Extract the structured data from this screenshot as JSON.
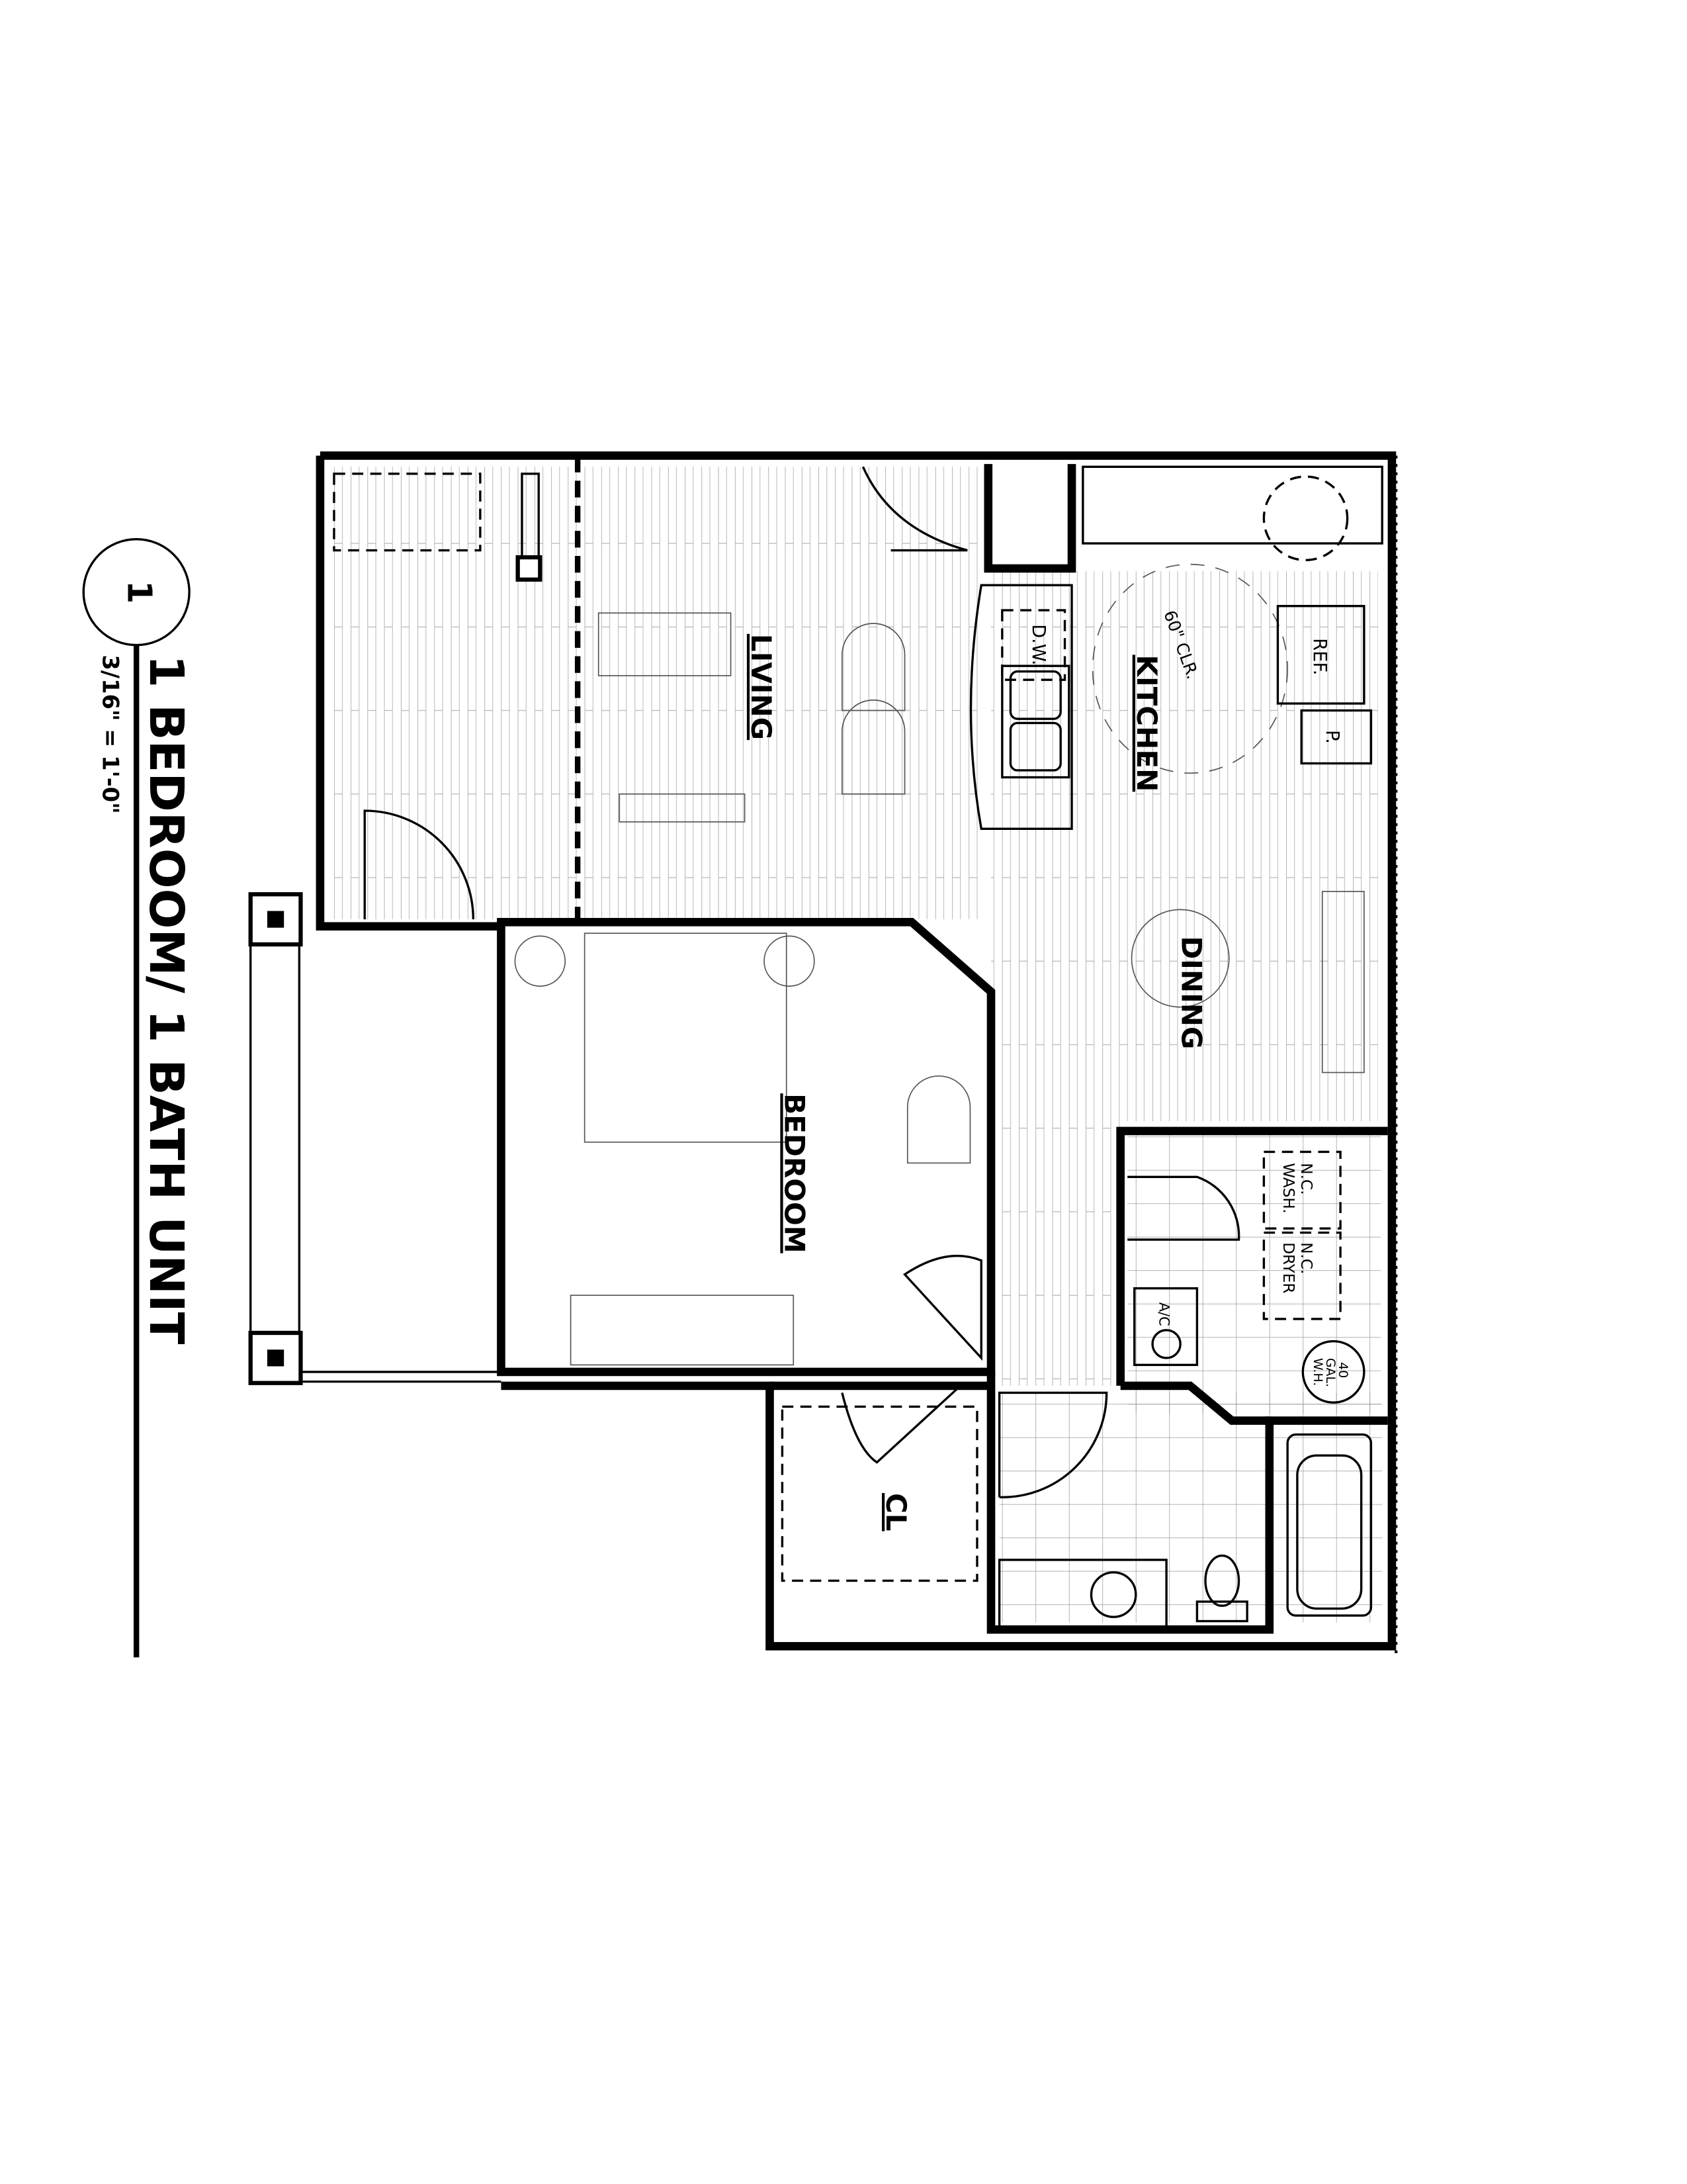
{
  "title": {
    "number": "1",
    "name": "1 BEDROOM/ 1 BATH UNIT",
    "scale": "3/16\" = 1'-0\""
  },
  "rooms": {
    "living": "LIVING",
    "kitchen": "KITCHEN",
    "dining": "DINING",
    "bedroom": "BEDROOM",
    "closet": "CL"
  },
  "fixtures": {
    "dishwasher": "D.W.",
    "refrigerator": "REF.",
    "pantry": "P.",
    "clearance": "60\" CLR.",
    "washer": [
      "WASH.",
      "N.C."
    ],
    "dryer": [
      "DRYER",
      "N.C."
    ],
    "ac": "A/C",
    "water_heater": [
      "40",
      "GAL.",
      "W.H."
    ]
  },
  "colors": {
    "line": "#000000",
    "background": "#ffffff",
    "hatch": "#888888"
  }
}
